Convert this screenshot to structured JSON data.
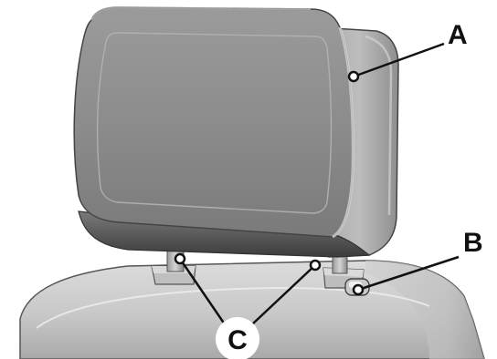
{
  "diagram": {
    "callouts": {
      "a": "A",
      "b": "B",
      "c": "C"
    },
    "colors": {
      "outline": "#111111",
      "cushion_dark": "#6f6f6f",
      "cushion_mid": "#9a9a9a",
      "cushion_light": "#c9c9c9",
      "seat_light": "#d8d8d8",
      "seat_mid": "#b8b8b8"
    }
  }
}
